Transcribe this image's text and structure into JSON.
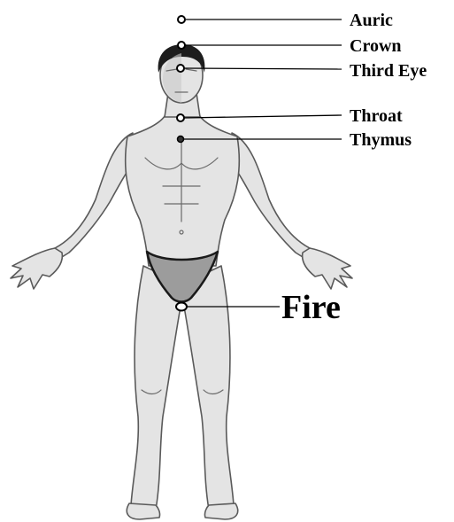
{
  "labels": {
    "auric": "Auric",
    "crown": "Crown",
    "third_eye": "Third Eye",
    "throat": "Throat",
    "thymus": "Thymus",
    "fire": "Fire"
  },
  "colors": {
    "marker_fill": "#ffffff",
    "marker_stroke": "#000000",
    "text": "#000000"
  }
}
